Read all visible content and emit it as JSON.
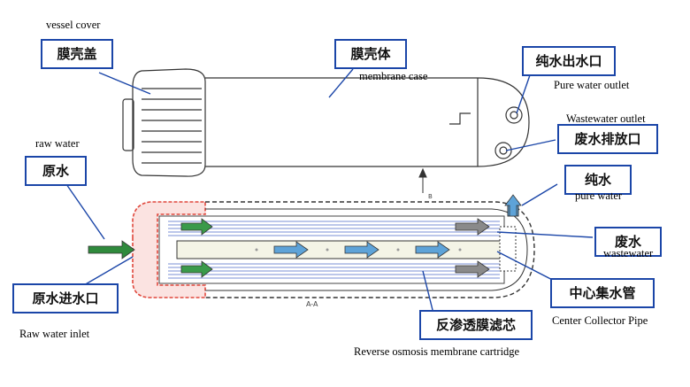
{
  "labels": {
    "vessel_cover_cn": "膜壳盖",
    "vessel_cover_en": "vessel cover",
    "membrane_case_cn": "膜壳体",
    "membrane_case_en": "membrane case",
    "pure_outlet_cn": "纯水出水口",
    "pure_outlet_en": "Pure water outlet",
    "waste_outlet_en": "Wastewater outlet",
    "waste_outlet_cn": "废水排放口",
    "raw_water_en": "raw water",
    "raw_water_cn": "原水",
    "pure_water_cn": "纯水",
    "pure_water_en": "pure water",
    "wastewater_cn": "废水",
    "wastewater_en": "wastewater",
    "raw_inlet_cn": "原水进水口",
    "raw_inlet_en": "Raw water inlet",
    "center_pipe_cn": "中心集水管",
    "center_pipe_en": "Center Collector Pipe",
    "ro_cartridge_cn": "反渗透膜滤芯",
    "ro_cartridge_en": "Reverse osmosis membrane cartridge",
    "section_mark": "A-A",
    "view_mark": "B"
  },
  "colors": {
    "box_border": "#1b46a8",
    "leader_line": "#1b46a8",
    "cap_red": "#e0473c",
    "inlet_arrow": "#2f8a3c",
    "inner_arrow_green": "#3a9a4a",
    "pure_arrow": "#5ea3d8",
    "waste_arrow": "#8a8a8a"
  }
}
